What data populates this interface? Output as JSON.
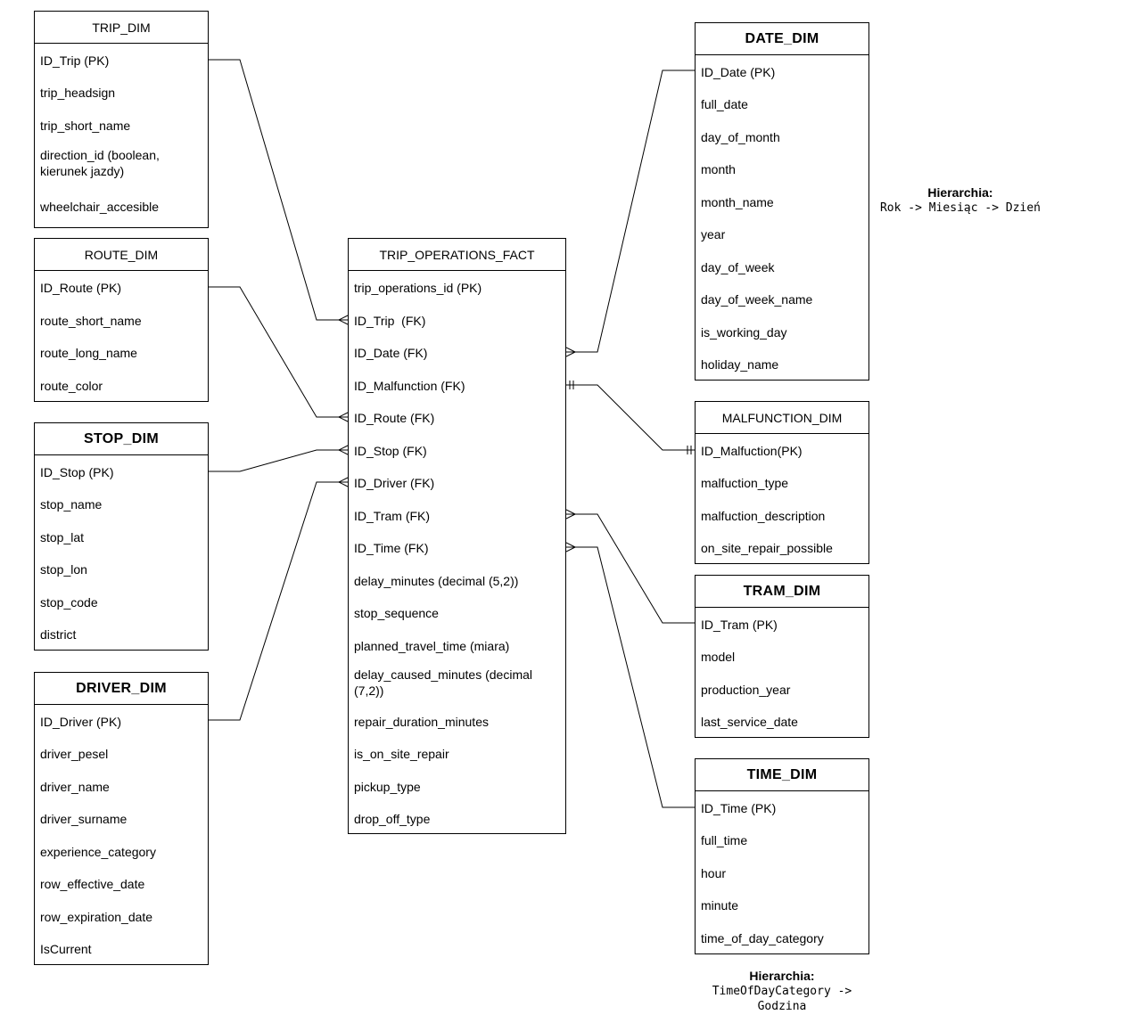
{
  "entities": {
    "trip_dim": {
      "title": "TRIP_DIM",
      "attributes": [
        "ID_Trip (PK)",
        "trip_headsign",
        "trip_short_name",
        "direction_id (boolean, kierunek jazdy)",
        "wheelchair_accesible"
      ]
    },
    "route_dim": {
      "title": "ROUTE_DIM",
      "attributes": [
        "ID_Route (PK)",
        "route_short_name",
        "route_long_name",
        "route_color"
      ]
    },
    "stop_dim": {
      "title": "STOP_DIM",
      "attributes": [
        "ID_Stop (PK)",
        "stop_name",
        "stop_lat",
        "stop_lon",
        "stop_code",
        "district"
      ]
    },
    "driver_dim": {
      "title": "DRIVER_DIM",
      "attributes": [
        "ID_Driver (PK)",
        "driver_pesel",
        "driver_name",
        "driver_surname",
        "experience_category",
        "row_effective_date",
        "row_expiration_date",
        "IsCurrent"
      ]
    },
    "fact": {
      "title": "TRIP_OPERATIONS_FACT",
      "attributes": [
        "trip_operations_id (PK)",
        "ID_Trip  (FK)",
        "ID_Date (FK)",
        "ID_Malfunction (FK)",
        "ID_Route (FK)",
        "ID_Stop (FK)",
        "ID_Driver (FK)",
        "ID_Tram (FK)",
        "ID_Time (FK)",
        "delay_minutes (decimal (5,2))",
        "stop_sequence",
        "planned_travel_time (miara)",
        "delay_caused_minutes (decimal (7,2))",
        "repair_duration_minutes",
        "is_on_site_repair",
        "pickup_type",
        "drop_off_type"
      ]
    },
    "date_dim": {
      "title": "DATE_DIM",
      "attributes": [
        "ID_Date (PK)",
        "full_date",
        "day_of_month",
        "month",
        "month_name",
        "year",
        "day_of_week",
        "day_of_week_name",
        "is_working_day",
        "holiday_name"
      ]
    },
    "malfunction_dim": {
      "title": "MALFUNCTION_DIM",
      "attributes": [
        "ID_Malfuction(PK)",
        "malfuction_type",
        "malfuction_description",
        "on_site_repair_possible"
      ]
    },
    "tram_dim": {
      "title": "TRAM_DIM",
      "attributes": [
        "ID_Tram (PK)",
        "model",
        "production_year",
        "last_service_date"
      ]
    },
    "time_dim": {
      "title": "TIME_DIM",
      "attributes": [
        "ID_Time (PK)",
        "full_time",
        "hour",
        "minute",
        "time_of_day_category"
      ]
    }
  },
  "notes": {
    "date_hierarchy": {
      "title": "Hierarchia:",
      "text": "Rok -> Miesiąc -> Dzień"
    },
    "time_hierarchy": {
      "title": "Hierarchia:",
      "text": "TimeOfDayCategory ->\nGodzina"
    }
  },
  "relationships": [
    {
      "from": "trip_dim.ID_Trip (PK)",
      "to": "fact.ID_Trip  (FK)",
      "end": "many"
    },
    {
      "from": "route_dim.ID_Route (PK)",
      "to": "fact.ID_Route (FK)",
      "end": "many"
    },
    {
      "from": "stop_dim.ID_Stop (PK)",
      "to": "fact.ID_Stop (FK)",
      "end": "many"
    },
    {
      "from": "driver_dim.ID_Driver (PK)",
      "to": "fact.ID_Driver (FK)",
      "end": "many"
    },
    {
      "from": "date_dim.ID_Date (PK)",
      "to": "fact.ID_Date (FK)",
      "end": "many"
    },
    {
      "from": "malfunction_dim.ID_Malfuction(PK)",
      "to": "fact.ID_Malfunction (FK)",
      "end": "one-to-one"
    },
    {
      "from": "tram_dim.ID_Tram (PK)",
      "to": "fact.ID_Tram (FK)",
      "end": "many"
    },
    {
      "from": "time_dim.ID_Time (PK)",
      "to": "fact.ID_Time (FK)",
      "end": "many"
    }
  ]
}
